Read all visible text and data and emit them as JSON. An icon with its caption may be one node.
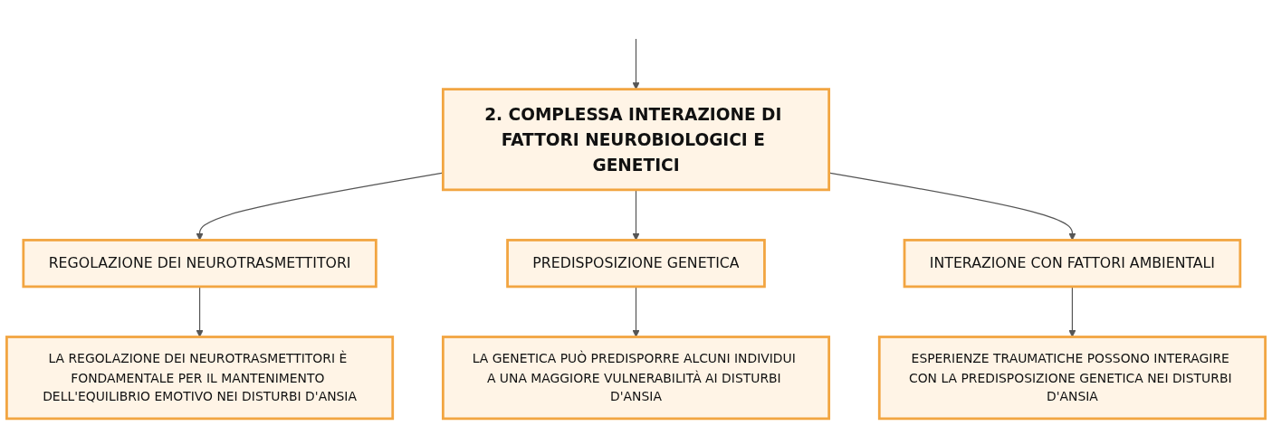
{
  "diagram": {
    "nodes": [
      {
        "text": [
          "2. COMPLESSA INTERAZIONE DI FATTORI NEUROBIOLOGICI E GENETICI"
        ]
      },
      {
        "text": [
          "REGOLAZIONE DEI NEUROTRASMETTITORI"
        ]
      },
      {
        "text": [
          "PREDISPOSIZIONE GENETICA"
        ]
      },
      {
        "text": [
          "INTERAZIONE CON FATTORI AMBIENTALI"
        ]
      },
      {
        "text": [
          "LA REGOLAZIONE DEI NEUROTRASMETTITORI È FONDAMENTALE PER IL MANTENIMENTO DELL'EQUILIBRIO EMOTIVO NEI DISTURBI D'ANSIA"
        ]
      },
      {
        "text": [
          "LA GENETICA PUÒ PREDISPORRE ALCUNI INDIVIDUI A UNA MAGGIORE VULNERABILITÀ AI DISTURBI D'ANSIA"
        ]
      },
      {
        "text": [
          "ESPERIENZE TRAUMATICHE POSSONO INTERAGIRE CON LA PREDISPOSIZIONE GENETICA NEI DISTURBI D'ANSIA"
        ]
      }
    ],
    "edges": [
      {
        "from": null,
        "to": 0,
        "arrow": "to"
      },
      {
        "from": 0,
        "to": 1,
        "arrow": "to"
      },
      {
        "from": 0,
        "to": 2,
        "arrow": "to"
      },
      {
        "from": 0,
        "to": 3,
        "arrow": "to"
      },
      {
        "from": 1,
        "to": 4,
        "arrow": "to"
      },
      {
        "from": 2,
        "to": 5,
        "arrow": "to"
      },
      {
        "from": 3,
        "to": 6,
        "arrow": "to"
      }
    ]
  }
}
